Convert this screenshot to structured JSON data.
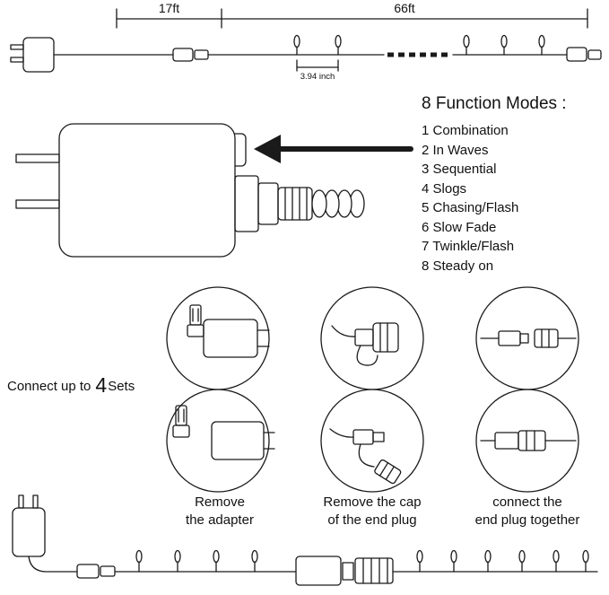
{
  "top_diagram": {
    "length_left": "17ft",
    "length_right": "66ft",
    "bulb_spacing": "3.94 inch"
  },
  "function_modes": {
    "title": "8 Function Modes :",
    "items": [
      "1 Combination",
      "2 In Waves",
      "3 Sequential",
      "4 Slogs",
      "5 Chasing/Flash",
      "6 Slow Fade",
      "7 Twinkle/Flash",
      "8 Steady on"
    ]
  },
  "connectivity": {
    "prefix": "Connect up to",
    "count": "4",
    "suffix": "Sets"
  },
  "instructions": [
    {
      "line1": "Remove",
      "line2": "the adapter"
    },
    {
      "line1": "Remove the cap",
      "line2": "of the end plug"
    },
    {
      "line1": "connect the",
      "line2": "end plug together"
    }
  ]
}
